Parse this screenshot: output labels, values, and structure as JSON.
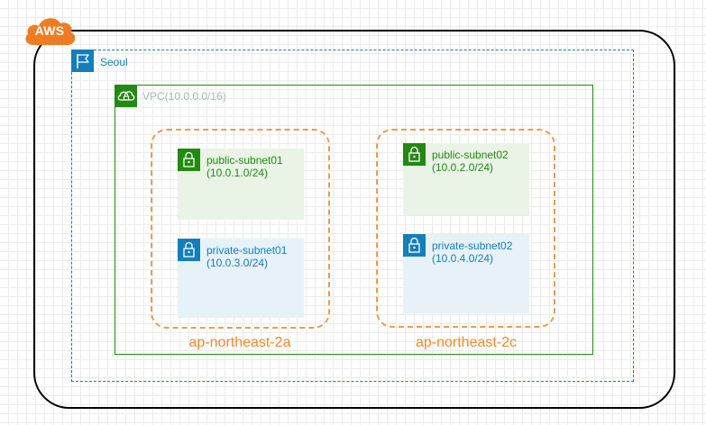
{
  "cloud": {
    "logo_text": "AWS",
    "logo_color": "#ef7c22",
    "border_color": "#000000"
  },
  "region": {
    "label": "Seoul",
    "color": "#147eba",
    "icon": "region-flag-icon"
  },
  "vpc": {
    "label": "VPC(10.0.0.0/16)",
    "color": "#248814",
    "icon": "vpc-cloud-lock-icon"
  },
  "availability_zones": [
    {
      "label": "ap-northeast-2a",
      "color": "#f19a4c",
      "subnets": [
        {
          "name": "public-subnet01",
          "cidr": "(10.0.1.0/24)",
          "type": "public",
          "icon": "lock-icon"
        },
        {
          "name": "private-subnet01",
          "cidr": "(10.0.3.0/24)",
          "type": "private",
          "icon": "lock-icon"
        }
      ]
    },
    {
      "label": "ap-northeast-2c",
      "color": "#f19a4c",
      "subnets": [
        {
          "name": "public-subnet02",
          "cidr": "(10.0.2.0/24)",
          "type": "public",
          "icon": "lock-icon"
        },
        {
          "name": "private-subnet02",
          "cidr": "(10.0.4.0/24)",
          "type": "private",
          "icon": "lock-icon"
        }
      ]
    }
  ]
}
